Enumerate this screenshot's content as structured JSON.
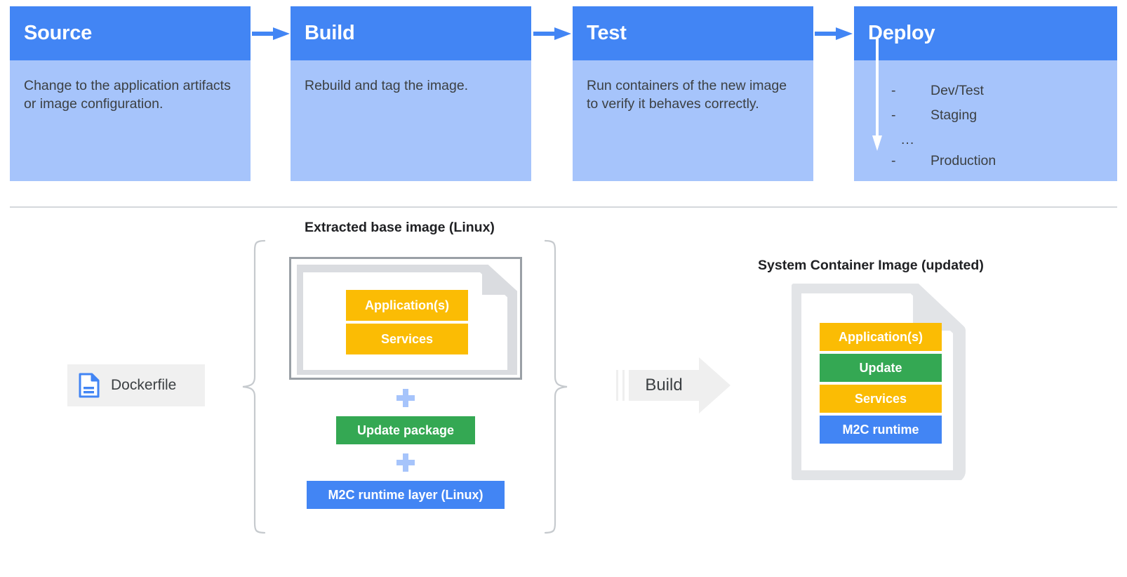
{
  "pipeline": {
    "stages": [
      {
        "title": "Source",
        "body": "Change to the application artifacts or image configuration."
      },
      {
        "title": "Build",
        "body": "Rebuild and tag the image."
      },
      {
        "title": "Test",
        "body": "Run containers of the new image to verify it behaves correctly."
      },
      {
        "title": "Deploy",
        "body": ""
      }
    ],
    "deploy_list": {
      "dash": "-",
      "ellipsis": "...",
      "items": [
        "Dev/Test",
        "Staging",
        "Production"
      ]
    }
  },
  "diagram": {
    "left_title": "Extracted base image (Linux)",
    "right_title": "System Container Image (updated)",
    "dockerfile_label": "Dockerfile",
    "build_label": "Build",
    "base_layers": [
      {
        "label": "Application(s)",
        "color": "#fbbc04"
      },
      {
        "label": "Services",
        "color": "#fbbc04"
      }
    ],
    "added_layers": [
      {
        "label": "Update package",
        "color": "#34a853"
      },
      {
        "label": "M2C runtime layer (Linux)",
        "color": "#4285f4"
      }
    ],
    "result_layers": [
      {
        "label": "Application(s)",
        "color": "#fbbc04"
      },
      {
        "label": "Update",
        "color": "#34a853"
      },
      {
        "label": "Services",
        "color": "#fbbc04"
      },
      {
        "label": "M2C runtime",
        "color": "#4285f4"
      }
    ]
  },
  "colors": {
    "header_blue": "#4285f4",
    "body_blue": "#a6c4fb",
    "amber": "#fbbc04",
    "green": "#34a853",
    "gray_frame": "#9aa0a6",
    "light_gray": "#dadce0",
    "text_dark": "#3c4043"
  }
}
